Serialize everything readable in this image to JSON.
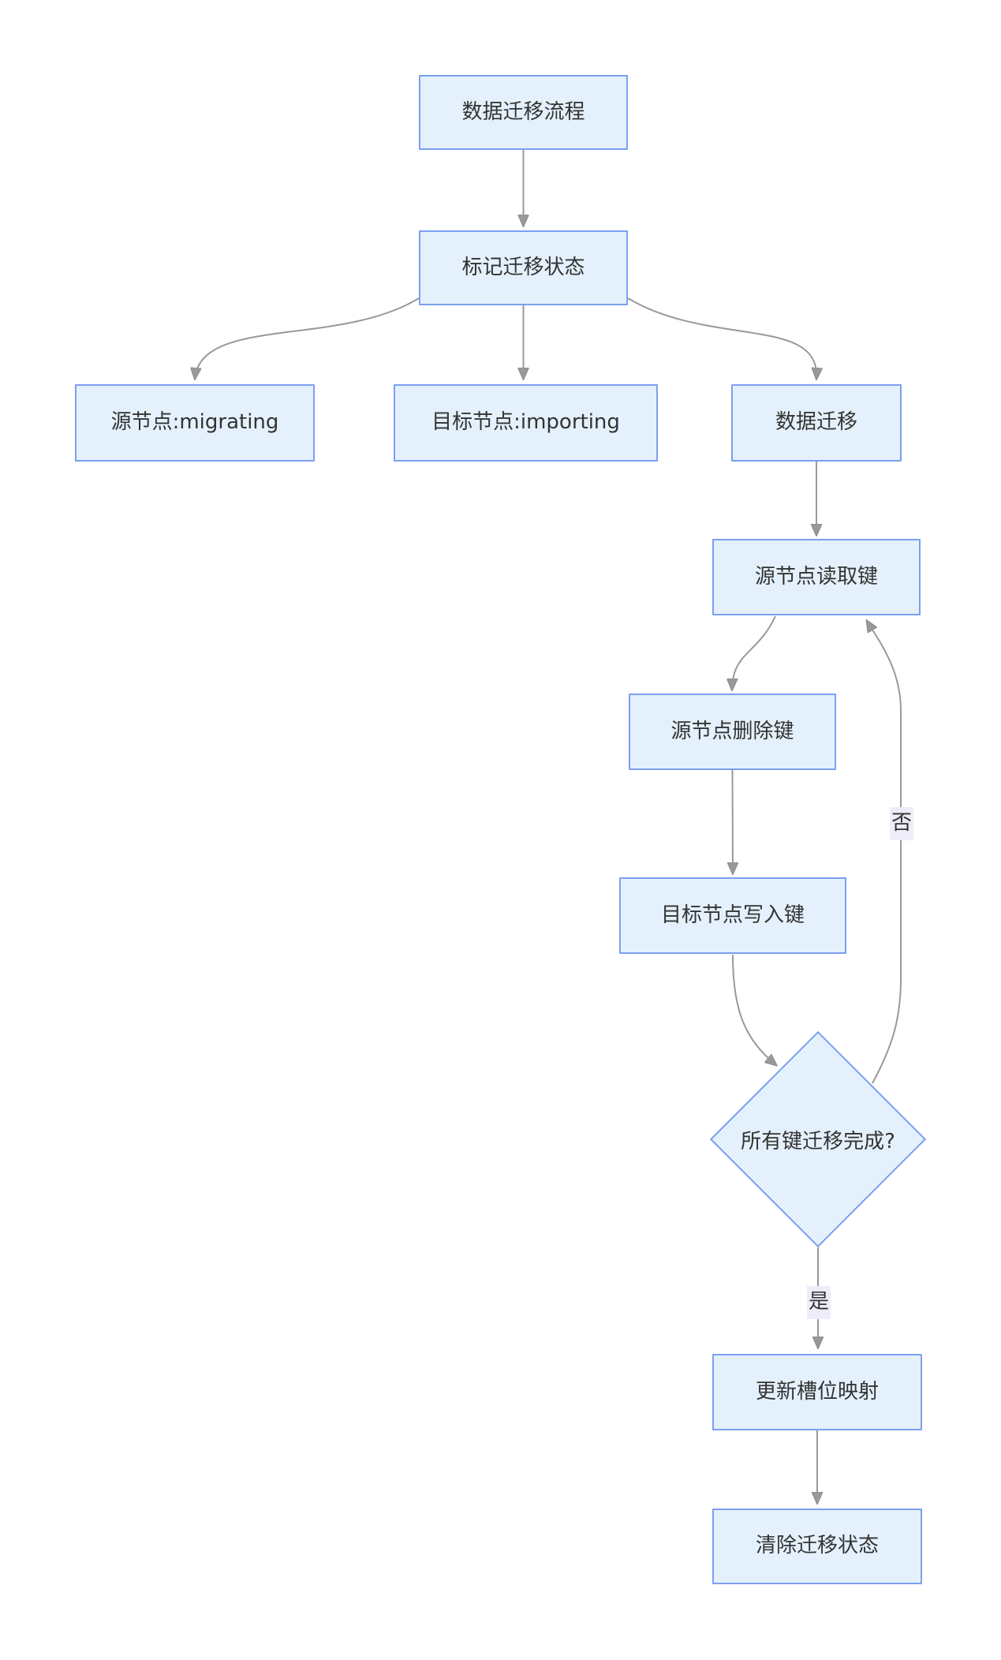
{
  "diagram": {
    "type": "flowchart",
    "direction": "top-down",
    "nodes": [
      {
        "id": "start",
        "label": "数据迁移流程",
        "shape": "rect"
      },
      {
        "id": "mark_status",
        "label": "标记迁移状态",
        "shape": "rect"
      },
      {
        "id": "source_migrating",
        "label": "源节点:migrating",
        "shape": "rect"
      },
      {
        "id": "target_importing",
        "label": "目标节点:importing",
        "shape": "rect"
      },
      {
        "id": "data_migrate",
        "label": "数据迁移",
        "shape": "rect"
      },
      {
        "id": "read_key",
        "label": "源节点读取键",
        "shape": "rect"
      },
      {
        "id": "delete_key",
        "label": "源节点删除键",
        "shape": "rect"
      },
      {
        "id": "write_key",
        "label": "目标节点写入键",
        "shape": "rect"
      },
      {
        "id": "all_done",
        "label": "所有键迁移完成?",
        "shape": "diamond"
      },
      {
        "id": "update_slot",
        "label": "更新槽位映射",
        "shape": "rect"
      },
      {
        "id": "clear_status",
        "label": "清除迁移状态",
        "shape": "rect"
      }
    ],
    "edges": [
      {
        "from": "start",
        "to": "mark_status",
        "label": ""
      },
      {
        "from": "mark_status",
        "to": "source_migrating",
        "label": ""
      },
      {
        "from": "mark_status",
        "to": "target_importing",
        "label": ""
      },
      {
        "from": "mark_status",
        "to": "data_migrate",
        "label": ""
      },
      {
        "from": "data_migrate",
        "to": "read_key",
        "label": ""
      },
      {
        "from": "read_key",
        "to": "delete_key",
        "label": ""
      },
      {
        "from": "delete_key",
        "to": "write_key",
        "label": ""
      },
      {
        "from": "write_key",
        "to": "all_done",
        "label": ""
      },
      {
        "from": "all_done",
        "to": "read_key",
        "label": "否"
      },
      {
        "from": "all_done",
        "to": "update_slot",
        "label": "是"
      },
      {
        "from": "update_slot",
        "to": "clear_status",
        "label": ""
      }
    ],
    "colors": {
      "page_bg": "#ffffff",
      "node_fill": "#e4f1fc",
      "node_border": "#7c9ff2",
      "edge_stroke": "#999999",
      "arrow_fill": "#999999",
      "label_bg": "#efecfa",
      "text_color": "#333333"
    }
  }
}
